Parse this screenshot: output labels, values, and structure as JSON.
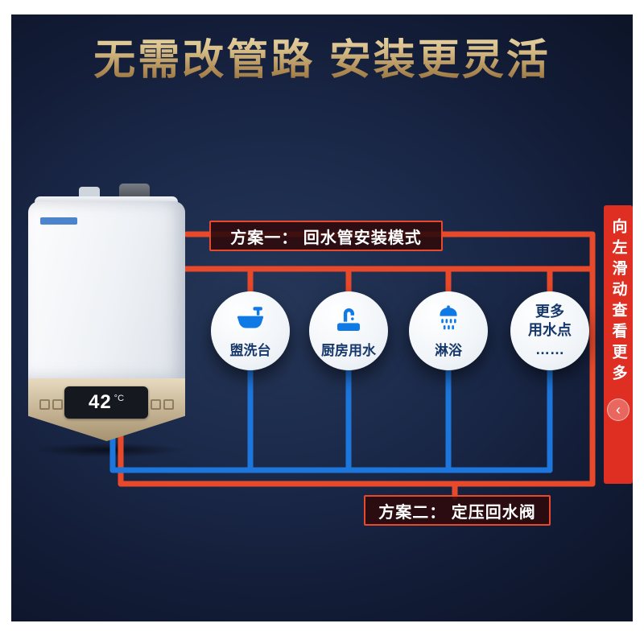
{
  "title": "无需改管路 安装更灵活",
  "plan1_label": "方案一： 回水管安装模式",
  "plan2_label": "方案二： 定压回水阀",
  "heater": {
    "display_temp": "42",
    "display_unit": "°C"
  },
  "fixtures": [
    {
      "label": "盥洗台",
      "icon": "washbasin-icon"
    },
    {
      "label": "厨房用水",
      "icon": "kitchen-faucet-icon"
    },
    {
      "label": "淋浴",
      "icon": "shower-icon"
    },
    {
      "lines": [
        "更多",
        "用水点",
        "……"
      ],
      "icon": "none"
    }
  ],
  "sidebar": {
    "text": "向左滑动查看更多",
    "chevron": "‹"
  },
  "colors": {
    "hot_pipe": "#e8492a",
    "cold_pipe": "#1d76dc",
    "accent_red": "#df2f23",
    "icon_blue": "#0f7ae6",
    "fixture_text": "#17386b",
    "gold_light": "#f0e2b8",
    "gold_dark": "#8e6a37",
    "navy_bg": "#131d38"
  }
}
